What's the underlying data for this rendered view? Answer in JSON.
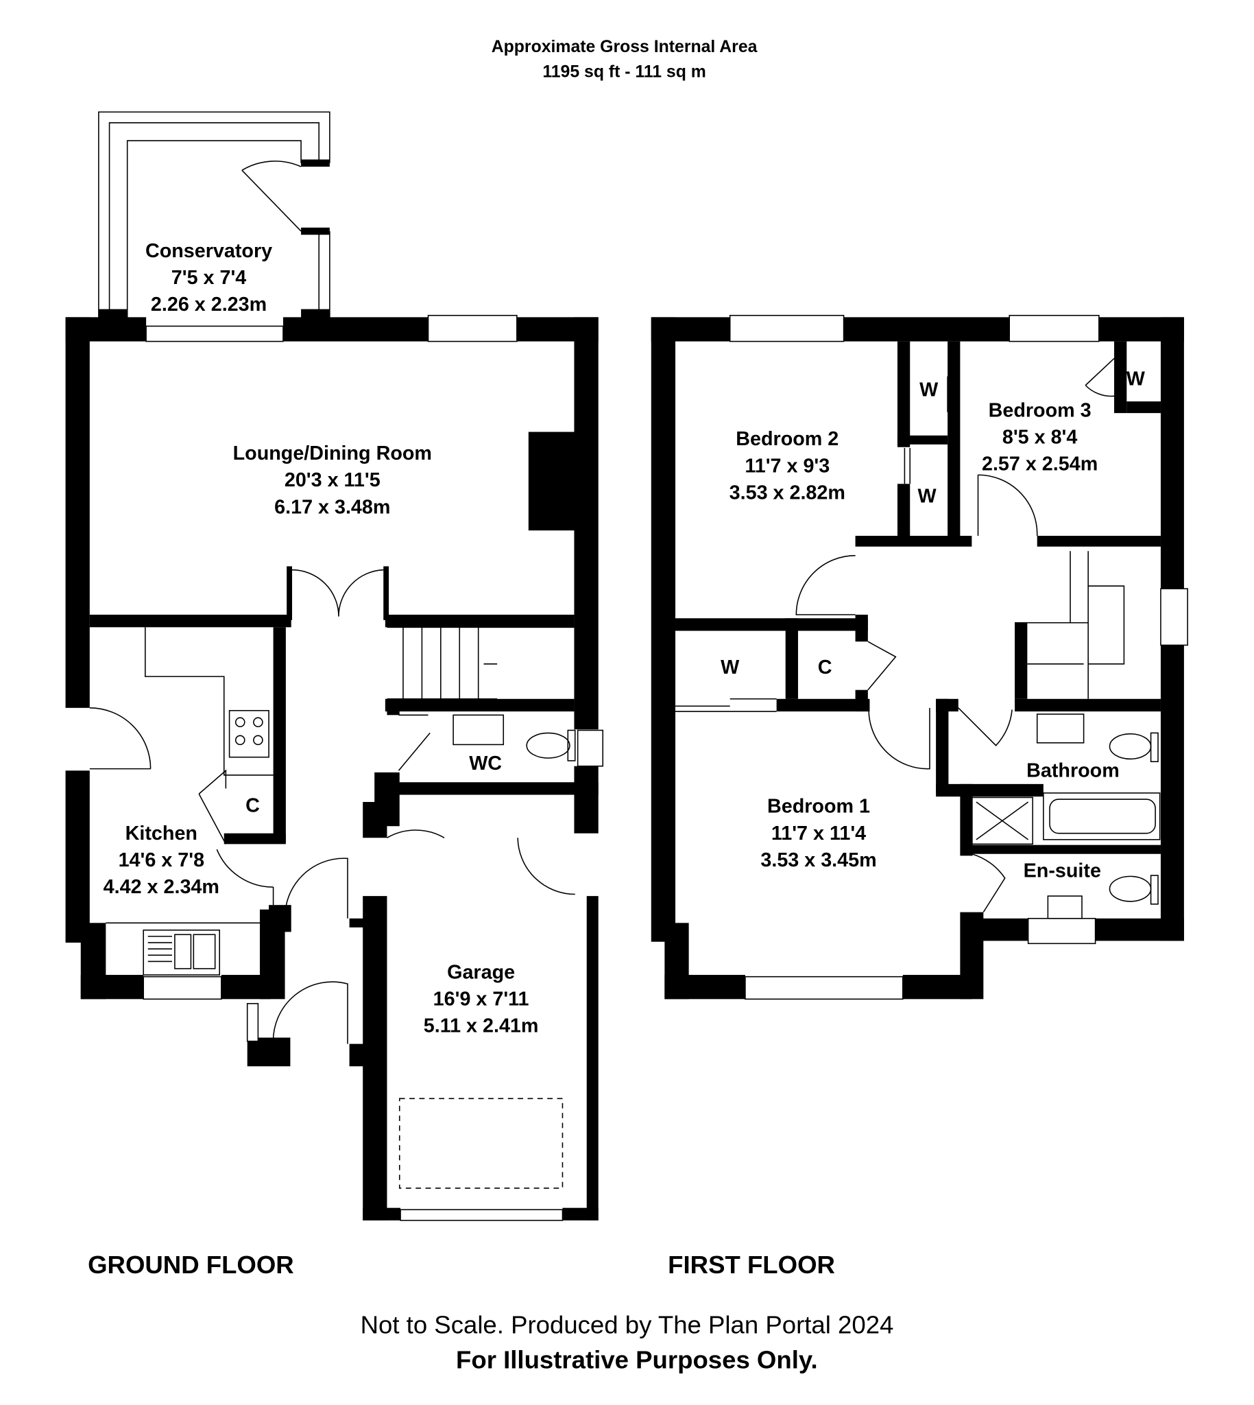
{
  "header": {
    "line1": "Approximate Gross Internal Area",
    "line2": "1195 sq ft - 111 sq m"
  },
  "ground_floor": {
    "label": "GROUND FLOOR",
    "rooms": [
      {
        "name": "Conservatory",
        "imperial": "7'5 x 7'4",
        "metric": "2.26 x 2.23m"
      },
      {
        "name": "Lounge/Dining Room",
        "imperial": "20'3 x 11'5",
        "metric": "6.17 x 3.48m"
      },
      {
        "name": "Kitchen",
        "imperial": "14'6 x 7'8",
        "metric": "4.42 x 2.34m"
      },
      {
        "name": "Garage",
        "imperial": "16'9 x 7'11",
        "metric": "5.11 x 2.41m"
      }
    ],
    "small_labels": {
      "wc": "WC",
      "cupboard": "C"
    }
  },
  "first_floor": {
    "label": "FIRST FLOOR",
    "rooms": [
      {
        "name": "Bedroom 2",
        "imperial": "11'7 x 9'3",
        "metric": "3.53 x 2.82m"
      },
      {
        "name": "Bedroom 3",
        "imperial": "8'5 x 8'4",
        "metric": "2.57 x 2.54m"
      },
      {
        "name": "Bedroom 1",
        "imperial": "11'7 x 11'4",
        "metric": "3.53 x 3.45m"
      }
    ],
    "small_labels": {
      "bathroom": "Bathroom",
      "ensuite": "En-suite",
      "wardrobe": "W",
      "cupboard": "C"
    }
  },
  "footer": {
    "line1": "Not to Scale. Produced by The Plan Portal 2024",
    "line2": "For Illustrative Purposes Only."
  }
}
